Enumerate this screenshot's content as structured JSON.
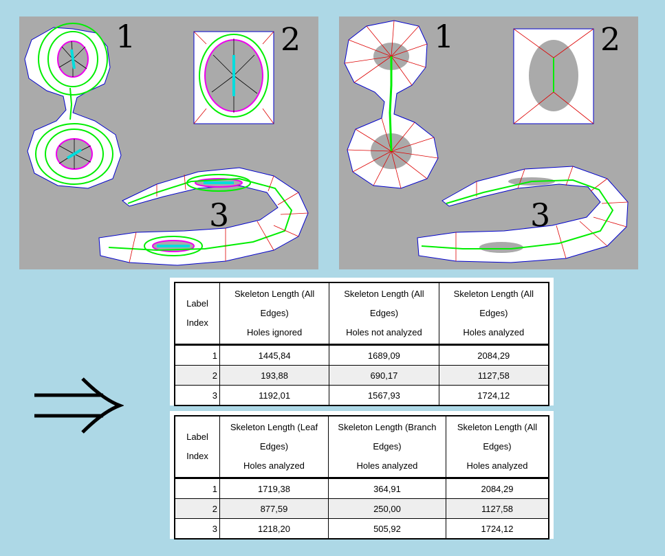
{
  "panels": {
    "left_labels": [
      "1",
      "2",
      "3"
    ],
    "right_labels": [
      "1",
      "2",
      "3"
    ]
  },
  "colors": {
    "background": "#add8e6",
    "panel": "#aaaaaa",
    "hole": "#aaaaaa",
    "contour_node": "#0000cc",
    "skeleton_node": "#00ee00",
    "hole_node": "#ee00ee",
    "center_node": "#00dddd",
    "triangulation_edge": "#dd0000",
    "inner_edge": "#000000"
  },
  "arrow": {
    "icon": "implies-arrow-icon"
  },
  "table1": {
    "headers": [
      [
        "Label Index"
      ],
      [
        "Skeleton Length (All Edges)",
        "Holes ignored"
      ],
      [
        "Skeleton Length (All Edges)",
        "Holes not analyzed"
      ],
      [
        "Skeleton Length (All Edges)",
        "Holes analyzed"
      ]
    ],
    "rows": [
      [
        "1",
        "1445,84",
        "1689,09",
        "2084,29"
      ],
      [
        "2",
        "193,88",
        "690,17",
        "1127,58"
      ],
      [
        "3",
        "1192,01",
        "1567,93",
        "1724,12"
      ]
    ]
  },
  "table2": {
    "headers": [
      [
        "Label Index"
      ],
      [
        "Skeleton Length (Leaf Edges)",
        "Holes analyzed"
      ],
      [
        "Skeleton Length (Branch Edges)",
        "Holes analyzed"
      ],
      [
        "Skeleton Length (All Edges)",
        "Holes analyzed"
      ]
    ],
    "rows": [
      [
        "1",
        "1719,38",
        "364,91",
        "2084,29"
      ],
      [
        "2",
        "877,59",
        "250,00",
        "1127,58"
      ],
      [
        "3",
        "1218,20",
        "505,92",
        "1724,12"
      ]
    ]
  }
}
